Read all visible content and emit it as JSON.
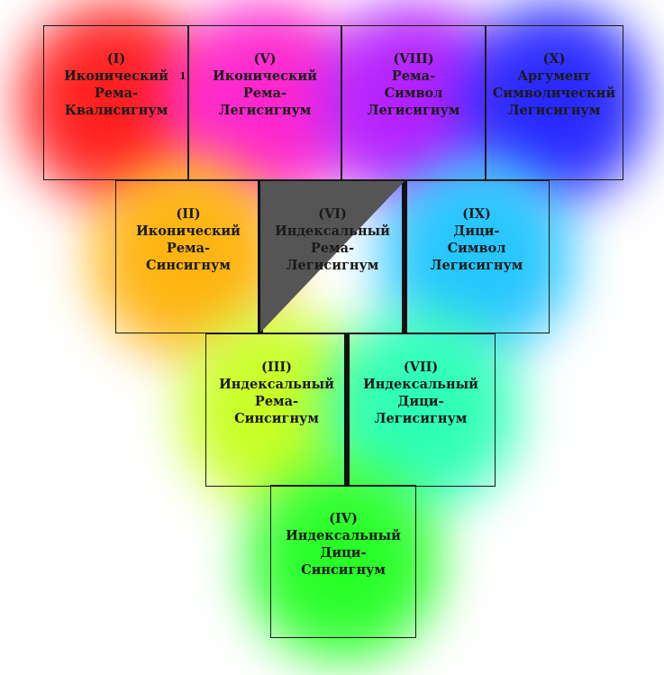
{
  "cells": [
    {
      "id": "I",
      "number": "(I)",
      "lines": [
        "Иконический",
        "Рема-",
        "Квалисигнум"
      ],
      "color": "#ff1a1a"
    },
    {
      "id": "V",
      "number": "(V)",
      "lines": [
        "Иконический",
        "Рема-",
        "Легисигнум"
      ],
      "color": "#ff22cc"
    },
    {
      "id": "VIII",
      "number": "(VIII)",
      "lines": [
        "Рема-",
        "Символ",
        "Легисигнум"
      ],
      "color": "#b21cff"
    },
    {
      "id": "X",
      "number": "(X)",
      "lines": [
        "Аргумент",
        "Символический",
        "Легисигнум"
      ],
      "color": "#2424ff"
    },
    {
      "id": "II",
      "number": "(II)",
      "lines": [
        "Иконический",
        "Рема-",
        "Синсигнум"
      ],
      "color": "#ffb20a"
    },
    {
      "id": "VI",
      "number": "(VI)",
      "lines": [
        "Индексальный",
        "Рема-",
        "Легисигнум"
      ],
      "color": "#ffffff"
    },
    {
      "id": "IX",
      "number": "(IX)",
      "lines": [
        "Дици-",
        "Символ",
        "Легисигнум"
      ],
      "color": "#20c4ff"
    },
    {
      "id": "III",
      "number": "(III)",
      "lines": [
        "Индексальный",
        "Рема-",
        "Синсигнум"
      ],
      "color": "#c8ff20"
    },
    {
      "id": "VII",
      "number": "(VII)",
      "lines": [
        "Индексальный",
        "Дици-",
        "Легисигнум"
      ],
      "color": "#28ffb4"
    },
    {
      "id": "IV",
      "number": "(IV)",
      "lines": [
        "Индексальный",
        "Дици-",
        "Синсигнум"
      ],
      "color": "#22ff22"
    }
  ],
  "diagonal_cell": {
    "id": "VI",
    "shade_color": "#555555"
  },
  "reference_mark": "1"
}
